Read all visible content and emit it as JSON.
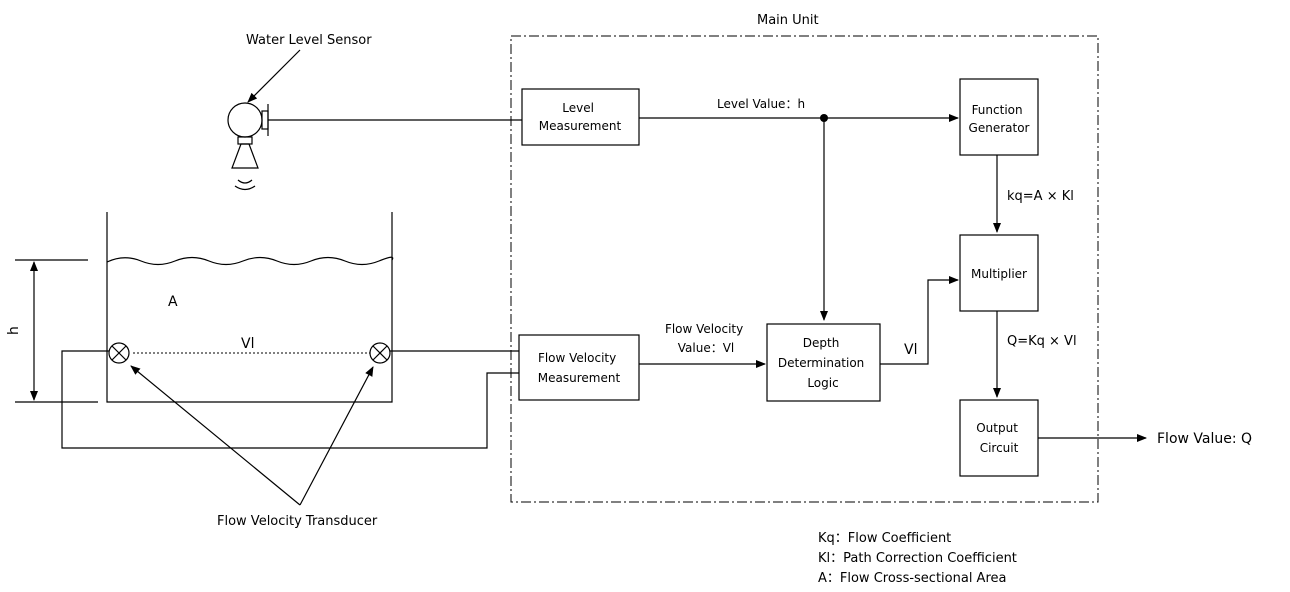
{
  "main_unit": {
    "title": "Main Unit"
  },
  "sensor": {
    "label": "Water Level Sensor"
  },
  "blocks": {
    "level_measurement": [
      "Level",
      "Measurement"
    ],
    "function_generator": [
      "Function",
      "Generator"
    ],
    "multiplier": [
      "Multiplier"
    ],
    "flow_velocity_measurement": [
      "Flow Velocity",
      "Measurement"
    ],
    "depth_logic": [
      "Depth",
      "Determination",
      "Logic"
    ],
    "output_circuit": [
      "Output",
      "Circuit"
    ]
  },
  "signals": {
    "level_value": "Level Value：h",
    "kq_formula": "kq=A × Kl",
    "flow_velocity_value": [
      "Flow Velocity",
      "Value：Vl"
    ],
    "vl": "Vl",
    "q_formula": "Q=Kq × Vl",
    "flow_value": "Flow Value: Q"
  },
  "tank": {
    "area_label": "A",
    "path_label": "Vl",
    "height_label": "h",
    "transducer_label": "Flow Velocity Transducer"
  },
  "legend": [
    "Kq：Flow Coefficient",
    "Kl：Path Correction Coefficient",
    "A：Flow Cross-sectional Area"
  ]
}
